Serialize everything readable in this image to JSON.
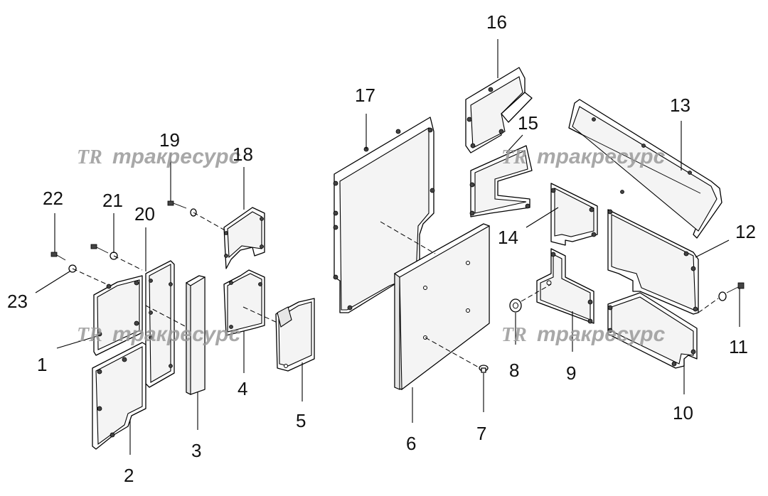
{
  "watermark": {
    "brand_text": "тракресурс",
    "logo_mark": "TR"
  },
  "callouts": [
    {
      "id": "1",
      "label": "1"
    },
    {
      "id": "2",
      "label": "2"
    },
    {
      "id": "3",
      "label": "3"
    },
    {
      "id": "4",
      "label": "4"
    },
    {
      "id": "5",
      "label": "5"
    },
    {
      "id": "6",
      "label": "6"
    },
    {
      "id": "7",
      "label": "7"
    },
    {
      "id": "8",
      "label": "8"
    },
    {
      "id": "9",
      "label": "9"
    },
    {
      "id": "10",
      "label": "10"
    },
    {
      "id": "11",
      "label": "11"
    },
    {
      "id": "12",
      "label": "12"
    },
    {
      "id": "13",
      "label": "13"
    },
    {
      "id": "14",
      "label": "14"
    },
    {
      "id": "15",
      "label": "15"
    },
    {
      "id": "16",
      "label": "16"
    },
    {
      "id": "17",
      "label": "17"
    },
    {
      "id": "18",
      "label": "18"
    },
    {
      "id": "19",
      "label": "19"
    },
    {
      "id": "20",
      "label": "20"
    },
    {
      "id": "21",
      "label": "21"
    },
    {
      "id": "22",
      "label": "22"
    },
    {
      "id": "23",
      "label": "23"
    }
  ],
  "colors": {
    "line": "#000000",
    "watermark": "#9a9a9a",
    "background": "#ffffff"
  }
}
